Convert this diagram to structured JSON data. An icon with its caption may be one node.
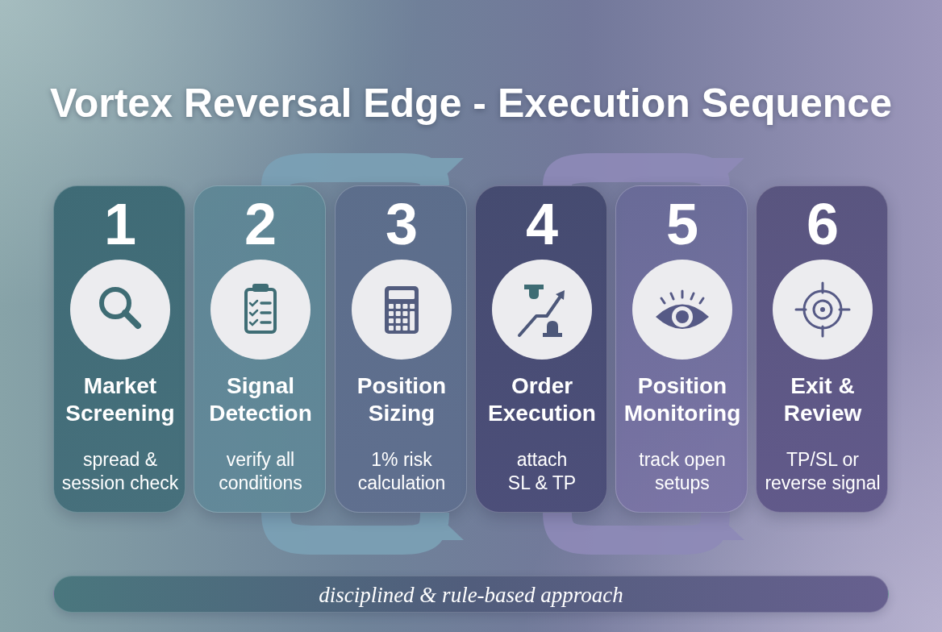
{
  "diagram": {
    "title": "Vortex Reversal Edge - Execution Sequence",
    "nodes": [
      {
        "text": [
          "1",
          "Market Screening",
          "spread & session check"
        ]
      },
      {
        "text": [
          "2",
          "Signal Detection",
          "verify all conditions"
        ]
      },
      {
        "text": [
          "3",
          "Position Sizing",
          "1% risk calculation"
        ]
      },
      {
        "text": [
          "4",
          "Order Execution",
          "attach SL & TP"
        ]
      },
      {
        "text": [
          "5",
          "Position Monitoring",
          "track open setups"
        ]
      },
      {
        "text": [
          "6",
          "Exit & Review",
          "TP/SL or reverse signal"
        ]
      },
      {
        "text": [
          "disciplined & rule-based approach"
        ]
      }
    ],
    "edges": [
      {
        "from": 1,
        "to": 2,
        "arrow": "to",
        "color": "#7ba1b6"
      },
      {
        "from": 1,
        "to": 2,
        "arrow": "to",
        "color": "#7ba1b6"
      },
      {
        "from": 3,
        "to": 4,
        "arrow": "to",
        "color": "#8e8ab8"
      },
      {
        "from": 3,
        "to": 4,
        "arrow": "to",
        "color": "#8e8ab8"
      }
    ]
  }
}
